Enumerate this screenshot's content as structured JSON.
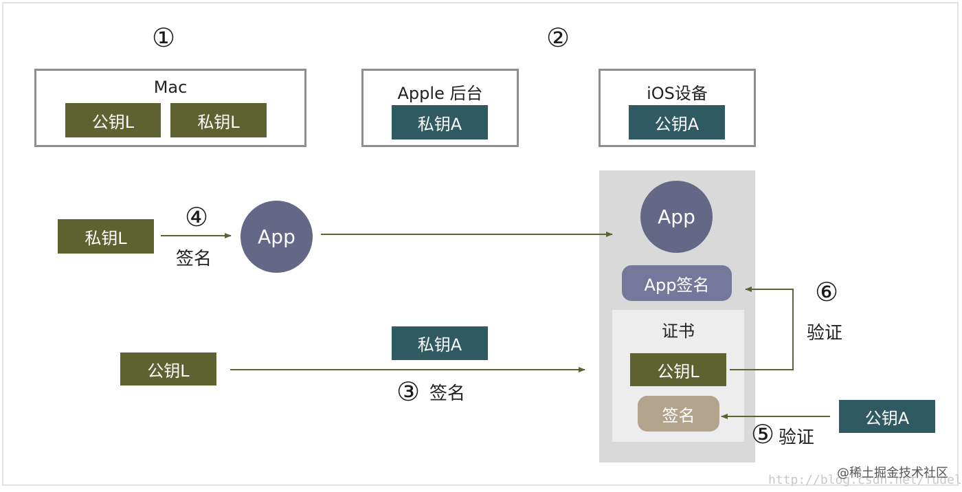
{
  "steps": {
    "step1": "①",
    "step2": "②",
    "step3": "③",
    "step4": "④",
    "step5": "⑤",
    "step6": "⑥"
  },
  "mac": {
    "title": "Mac",
    "public_key": "公钥L",
    "private_key": "私钥L"
  },
  "apple_backend": {
    "title": "Apple 后台",
    "private_key": "私钥A"
  },
  "ios_device": {
    "title": "iOS设备",
    "public_key": "公钥A"
  },
  "row_sign_app": {
    "private_key": "私钥L",
    "sign_label": "签名",
    "app_label": "App"
  },
  "row_sign_cert": {
    "public_key": "公钥L",
    "private_key": "私钥A",
    "sign_label": "签名"
  },
  "device": {
    "app_label": "App",
    "app_signature": "App签名",
    "cert_title": "证书",
    "cert_public_key": "公钥L",
    "cert_signature": "签名"
  },
  "verify": {
    "label_6": "验证",
    "label_5": "验证",
    "public_key": "公钥A"
  },
  "watermark": {
    "url": "http://blog.csdn.net/fudele",
    "site": "@稀土掘金技术社区"
  },
  "colors": {
    "olive": "#5e6231",
    "teal": "#2f5a62",
    "circle": "#656786",
    "arrow": "#5e6231"
  }
}
